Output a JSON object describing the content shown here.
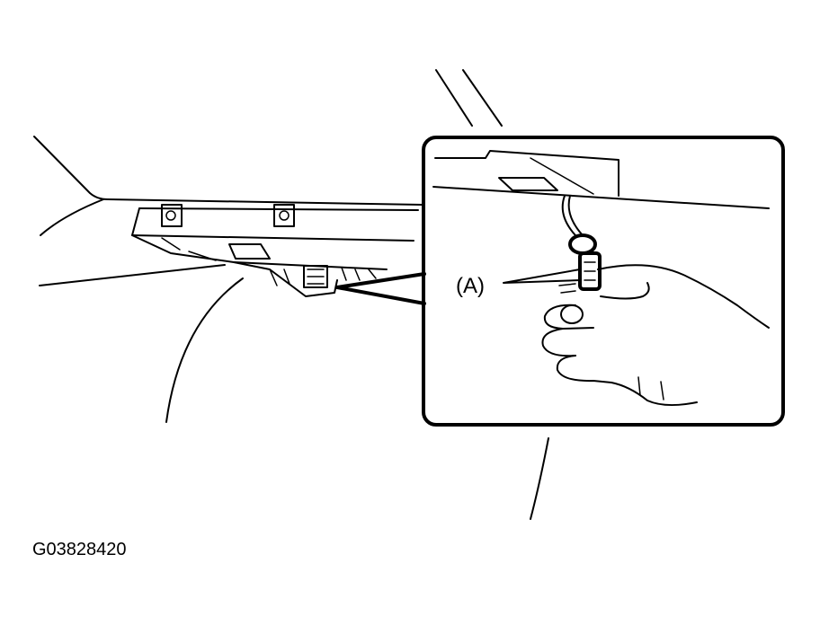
{
  "figure": {
    "callout_label": "(A)",
    "figure_code": "G03828420"
  },
  "colors": {
    "ink": "#000000",
    "background": "#ffffff"
  },
  "icons": [
    "connector-icon",
    "hand-icon",
    "dashboard-panel"
  ]
}
